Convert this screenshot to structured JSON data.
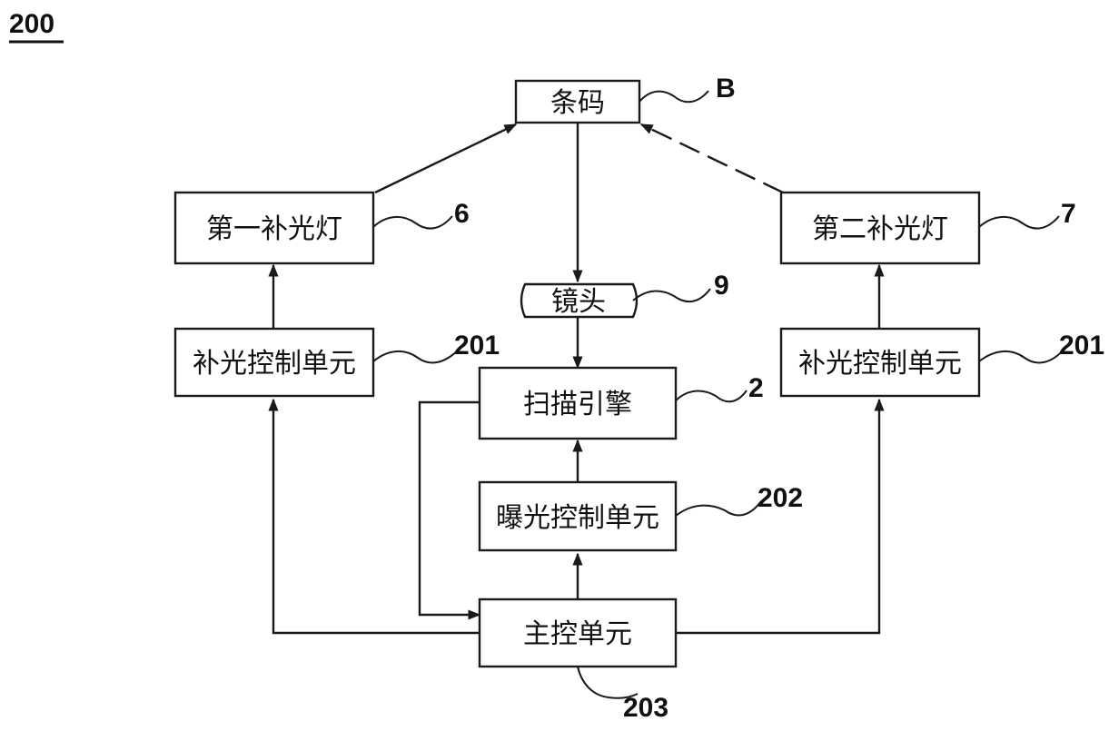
{
  "figure_label": "200",
  "blocks": {
    "barcode": {
      "label": "条码",
      "ref": "B"
    },
    "first_fill_light": {
      "label": "第一补光灯",
      "ref": "6"
    },
    "second_fill_light": {
      "label": "第二补光灯",
      "ref": "7"
    },
    "lens": {
      "label": "镜头",
      "ref": "9"
    },
    "fill_control_left": {
      "label": "补光控制单元",
      "ref": "201"
    },
    "fill_control_right": {
      "label": "补光控制单元",
      "ref": "201"
    },
    "scan_engine": {
      "label": "扫描引擎",
      "ref": "2"
    },
    "exposure_control": {
      "label": "曝光控制单元",
      "ref": "202"
    },
    "main_control": {
      "label": "主控单元",
      "ref": "203"
    }
  }
}
